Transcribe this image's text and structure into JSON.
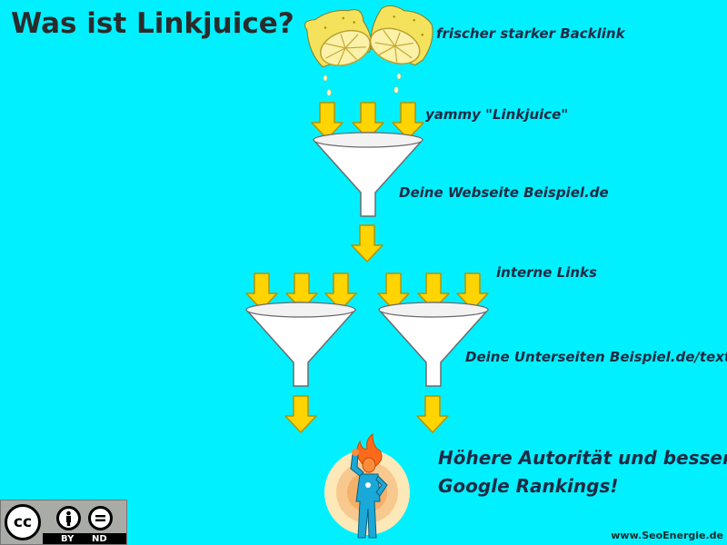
{
  "title": "Was ist Linkjuice?",
  "labels": {
    "backlink": "frischer starker Backlink",
    "juice": "yammy \"Linkjuice\"",
    "website": "Deine Webseite Beispiel.de",
    "internal_links": "interne Links",
    "subpages": "Deine Unterseiten Beispiel.de/text"
  },
  "result": {
    "line1": "Höhere Autorität und bessere",
    "line2": "Google Rankings!"
  },
  "footer": "www.SeoEnergie.de",
  "license": {
    "cc": "cc",
    "by": "BY",
    "nd": "ND"
  },
  "colors": {
    "background": "#00f0ff",
    "arrow_fill": "#ffd400",
    "arrow_stroke": "#b39400",
    "funnel_fill": "#ffffff",
    "lemon": "#f7e36a",
    "hero_glow": "#f7b77a",
    "hero_suit": "#1aa8d8"
  }
}
